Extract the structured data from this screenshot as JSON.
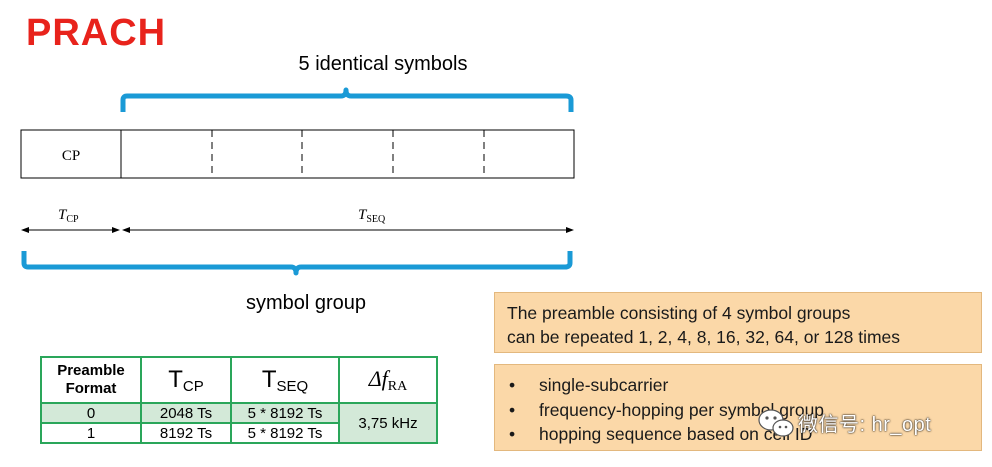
{
  "title": "PRACH",
  "diagram": {
    "top_label": "5 identical symbols",
    "cp_label": "CP",
    "tcp_main": "T",
    "tcp_sub": "CP",
    "tseq_main": "T",
    "tseq_sub": "SEQ",
    "bottom_label": "symbol group",
    "bracket_color": "#1a9ad6"
  },
  "table": {
    "header": {
      "format_line1": "Preamble",
      "format_line2": "Format",
      "tcp_main": "T",
      "tcp_sub": "CP",
      "tseq_main": "T",
      "tseq_sub": "SEQ",
      "delta_main": "Δf",
      "delta_sub": "RA"
    },
    "rows": [
      {
        "format": "0",
        "tcp": "2048 Ts",
        "tseq": "5 * 8192 Ts"
      },
      {
        "format": "1",
        "tcp": "8192 Ts",
        "tseq": "5 * 8192 Ts"
      }
    ],
    "delta_value": "3,75 kHz"
  },
  "note1": {
    "line1": "The preamble consisting of 4 symbol groups",
    "line2": "can be repeated 1, 2, 4, 8, 16, 32, 64, or 128 times"
  },
  "note2": {
    "bullets": [
      "single-subcarrier",
      "frequency-hopping per symbol group",
      "hopping sequence based on cell ID"
    ]
  },
  "watermark": {
    "text": "微信号: hr_opt",
    "icon": "wechat-icon"
  }
}
